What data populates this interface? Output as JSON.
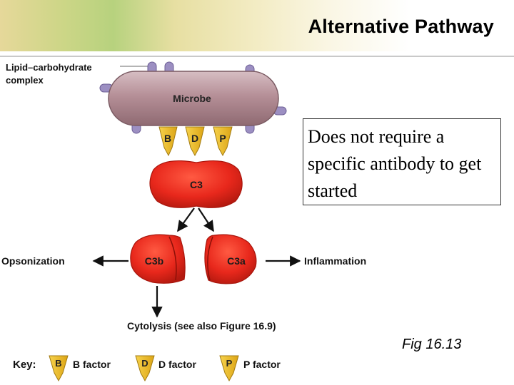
{
  "title": "Alternative Pathway",
  "diagram": {
    "lipid_label_line1": "Lipid–carbohydrate",
    "lipid_label_line2": "complex",
    "microbe_label": "Microbe",
    "factor_b": "B",
    "factor_d": "D",
    "factor_p": "P",
    "c3": "C3",
    "c3b": "C3b",
    "c3a": "C3a",
    "opsonization": "Opsonization",
    "inflammation": "Inflammation",
    "cytolysis": "Cytolysis (see also Figure 16.9)",
    "key_label": "Key:",
    "key_items": [
      {
        "symbol": "B",
        "label": "B factor"
      },
      {
        "symbol": "D",
        "label": "D factor"
      },
      {
        "symbol": "P",
        "label": "P factor"
      }
    ]
  },
  "callout": "Does not require a specific antibody to get started",
  "figure_ref": "Fig 16.13",
  "colors": {
    "microbe_fill": "#b58f97",
    "receptor_fill": "#9c8fc2",
    "factor_fill": "#f2c021",
    "c3_fill": "#e8281c",
    "c3_dark": "#b3190f"
  }
}
